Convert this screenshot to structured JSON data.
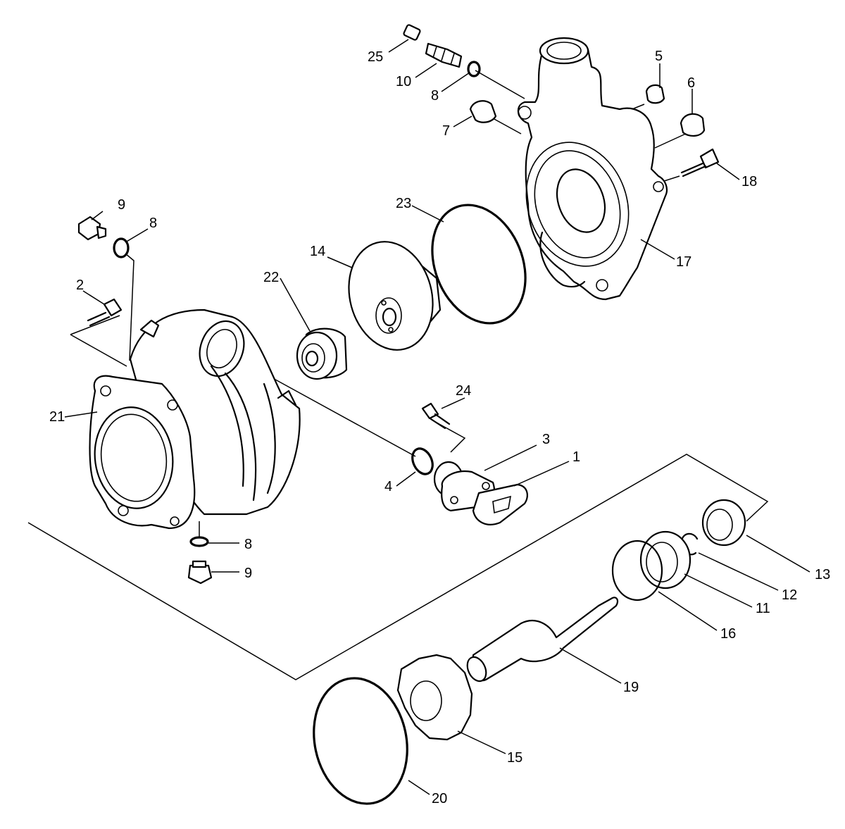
{
  "labels": {
    "p1": "1",
    "p2": "2",
    "p3": "3",
    "p4": "4",
    "p5": "5",
    "p6": "6",
    "p7": "7",
    "p8a": "8",
    "p8b": "8",
    "p8c": "8",
    "p9a": "9",
    "p9b": "9",
    "p10": "10",
    "p11": "11",
    "p12": "12",
    "p13": "13",
    "p14": "14",
    "p15": "15",
    "p16": "16",
    "p17": "17",
    "p18": "18",
    "p19": "19",
    "p20": "20",
    "p21": "21",
    "p22": "22",
    "p23": "23",
    "p24": "24",
    "p25": "25"
  }
}
